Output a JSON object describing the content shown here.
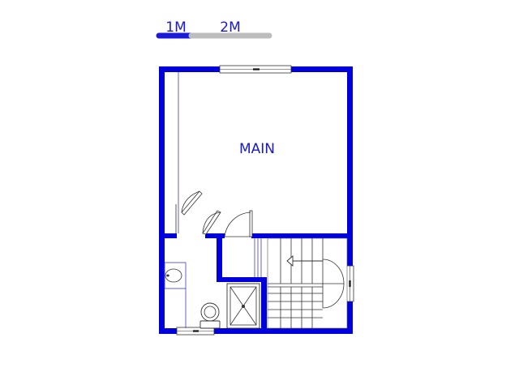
{
  "scale_bar": {
    "label_1": "1M",
    "label_2": "2M",
    "color_filled": "#1a1ad8",
    "color_empty": "#bdbdbd"
  },
  "rooms": {
    "main_label": "MAIN"
  },
  "colors": {
    "wall": "#0000dd",
    "fixture_line": "#333333",
    "label": "#1a1ac8"
  },
  "icons": {
    "stairs": "stair-arrow-icon",
    "shower": "shower-icon",
    "toilet": "toilet-icon",
    "basin": "basin-icon"
  }
}
